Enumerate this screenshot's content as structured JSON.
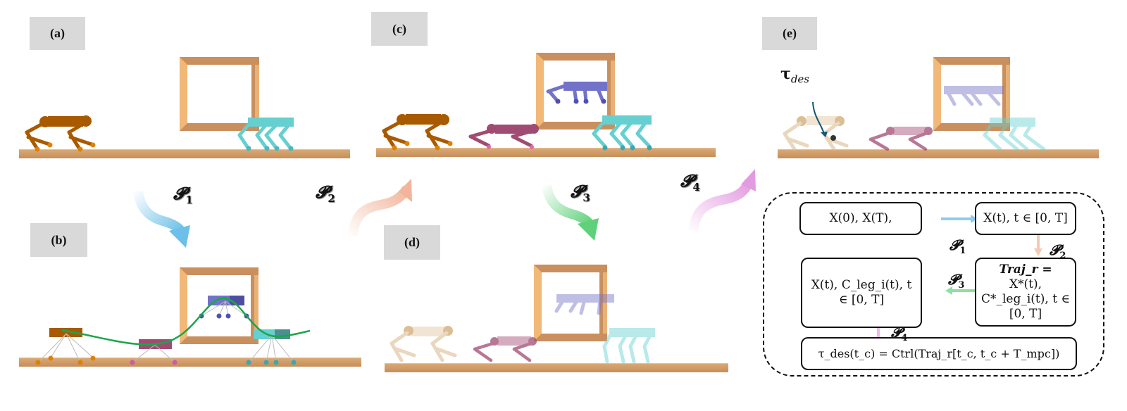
{
  "panels": {
    "a": {
      "label": "(a)"
    },
    "b": {
      "label": "(b)"
    },
    "c": {
      "label": "(c)"
    },
    "d": {
      "label": "(d)"
    },
    "e": {
      "label": "(e)"
    }
  },
  "processes": [
    {
      "id": "P1",
      "symbol": "𝓟",
      "sub": "1",
      "color": "#6bbfe8"
    },
    {
      "id": "P2",
      "symbol": "𝓟",
      "sub": "2",
      "color": "#f2b59b"
    },
    {
      "id": "P3",
      "symbol": "𝓟",
      "sub": "3",
      "color": "#5fd17a"
    },
    {
      "id": "P4",
      "symbol": "𝓟",
      "sub": "4",
      "color": "#e39be0"
    }
  ],
  "torque_label": {
    "main": "τ",
    "sub": "des"
  },
  "colors": {
    "robot_brown": "#a85a00",
    "robot_magenta": "#a04c72",
    "robot_purple": "#7272c8",
    "robot_cyan": "#66cfcf",
    "trajectory": "#1aa64a",
    "frame_dark": "#c98f5e",
    "frame_light": "#f2b877",
    "ground": "#d4a06a"
  },
  "flow": {
    "box1": "X(0),  X(T),",
    "box2": "X(t), t ∈ [0, T]",
    "box3_line1": "Traj_r =",
    "box3_line2": "X*(t), C*_leg_i(t), t ∈",
    "box3_line3": "[0, T]",
    "box4_line1": "X(t), C_leg_i(t), t",
    "box4_line2": "∈ [0, T]",
    "box5": "τ_des(t_c) = Ctrl(Traj_r[t_c, t_c + T_mpc])",
    "p1": "1",
    "p2": "2",
    "p3": "3",
    "p4": "4"
  }
}
